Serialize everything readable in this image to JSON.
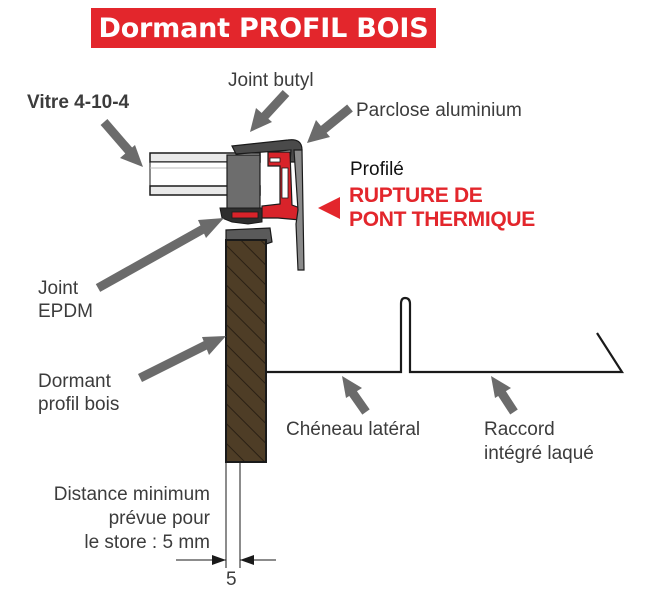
{
  "title": "Dormant PROFIL BOIS",
  "labels": {
    "vitre": "Vitre 4-10-4",
    "joint_butyl": "Joint butyl",
    "parclose": "Parclose aluminium",
    "profile": "Profilé",
    "rupture_line1": "RUPTURE DE",
    "rupture_line2": "PONT THERMIQUE",
    "joint_epdm_line1": "Joint",
    "joint_epdm_line2": "EPDM",
    "dormant_line1": "Dormant",
    "dormant_line2": "profil bois",
    "cheneau": "Chéneau latéral",
    "raccord_line1": "Raccord",
    "raccord_line2": "intégré laqué",
    "distance_line1": "Distance minimum",
    "distance_line2": "prévue pour",
    "distance_line3": "le store : 5 mm",
    "dimension_value": "5"
  },
  "colors": {
    "title_bg": "#e3262c",
    "accent_red": "#e3262c",
    "arrow_grey": "#6b6b6b",
    "wood": "#4e3d26",
    "outline": "#1a1a1a"
  },
  "icons": {
    "pointer_arrows": "arrow-icon",
    "thermal_break_marker": "red-triangle-icon"
  }
}
